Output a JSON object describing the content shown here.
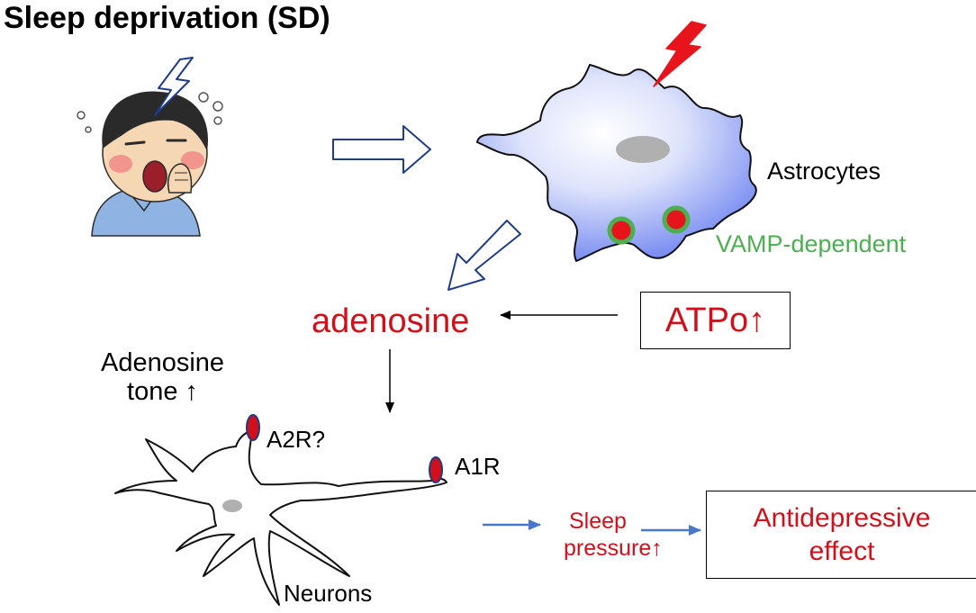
{
  "title": "Sleep deprivation (SD)",
  "labels": {
    "astrocytes": "Astrocytes",
    "vamp": "VAMP-dependent",
    "adenosine": "adenosine",
    "atpo": "ATPo↑",
    "adenosine_tone_line1": "Adenosine",
    "adenosine_tone_line2": "tone ↑",
    "a2r": "A2R?",
    "a1r": "A1R",
    "neurons": "Neurons",
    "sleep_pressure_line1": "Sleep",
    "sleep_pressure_line2": "pressure↑",
    "antidepressive_line1": "Antidepressive",
    "antidepressive_line2": "effect"
  },
  "icons": {
    "sleepy_person": "sleepy-person-icon",
    "lightning": "lightning-icon",
    "hollow_arrow": "hollow-arrow-icon"
  },
  "colors": {
    "red_text": "#d0101a",
    "green_text": "#4caf50",
    "astrocyte_fill": "#7b8ef2",
    "arrow_blue": "#1f3c88",
    "flow_arrow_blue": "#4a78c8",
    "receptor_red": "#d0101a"
  }
}
